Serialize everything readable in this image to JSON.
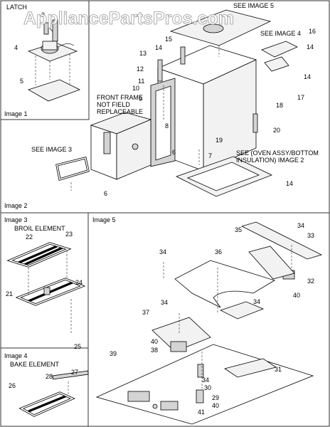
{
  "watermark": "AppliancePartsPros.com",
  "panels": {
    "image1": {
      "heading": "LATCH",
      "caption": "Image 1"
    },
    "image2": {
      "caption": "Image 2"
    },
    "image3": {
      "caption": "Image 3",
      "heading": "BROIL ELEMENT"
    },
    "image4": {
      "caption": "Image 4",
      "heading": "BAKE ELEMENT"
    },
    "image5": {
      "caption": "Image 5"
    }
  },
  "notes": {
    "see_image5": "SEE IMAGE 5",
    "see_image4": "SEE IMAGE 4",
    "see_image3": "SEE IMAGE 3",
    "front_frame": [
      "FRONT FRAME",
      "NOT FIELD",
      "REPLACEABLE"
    ],
    "see_oven_assy": [
      "SEE (OVEN ASSY/BOTTOM",
      "INSULATION) IMAGE 2"
    ]
  },
  "callouts": {
    "image1": [
      "3",
      "4",
      "5"
    ],
    "image2": [
      "15",
      "14",
      "16",
      "13",
      "14",
      "12",
      "14",
      "11",
      "10",
      "9",
      "17",
      "18",
      "8",
      "6",
      "19",
      "20",
      "7",
      "6",
      "14"
    ],
    "image3": [
      "22",
      "23",
      "21",
      "24",
      "25"
    ],
    "image4": [
      "28",
      "27",
      "26"
    ],
    "image5": [
      "34",
      "35",
      "33",
      "34",
      "36",
      "32",
      "40",
      "34",
      "34",
      "37",
      "40",
      "38",
      "39",
      "31",
      "34",
      "30",
      "29",
      "40",
      "41"
    ]
  }
}
